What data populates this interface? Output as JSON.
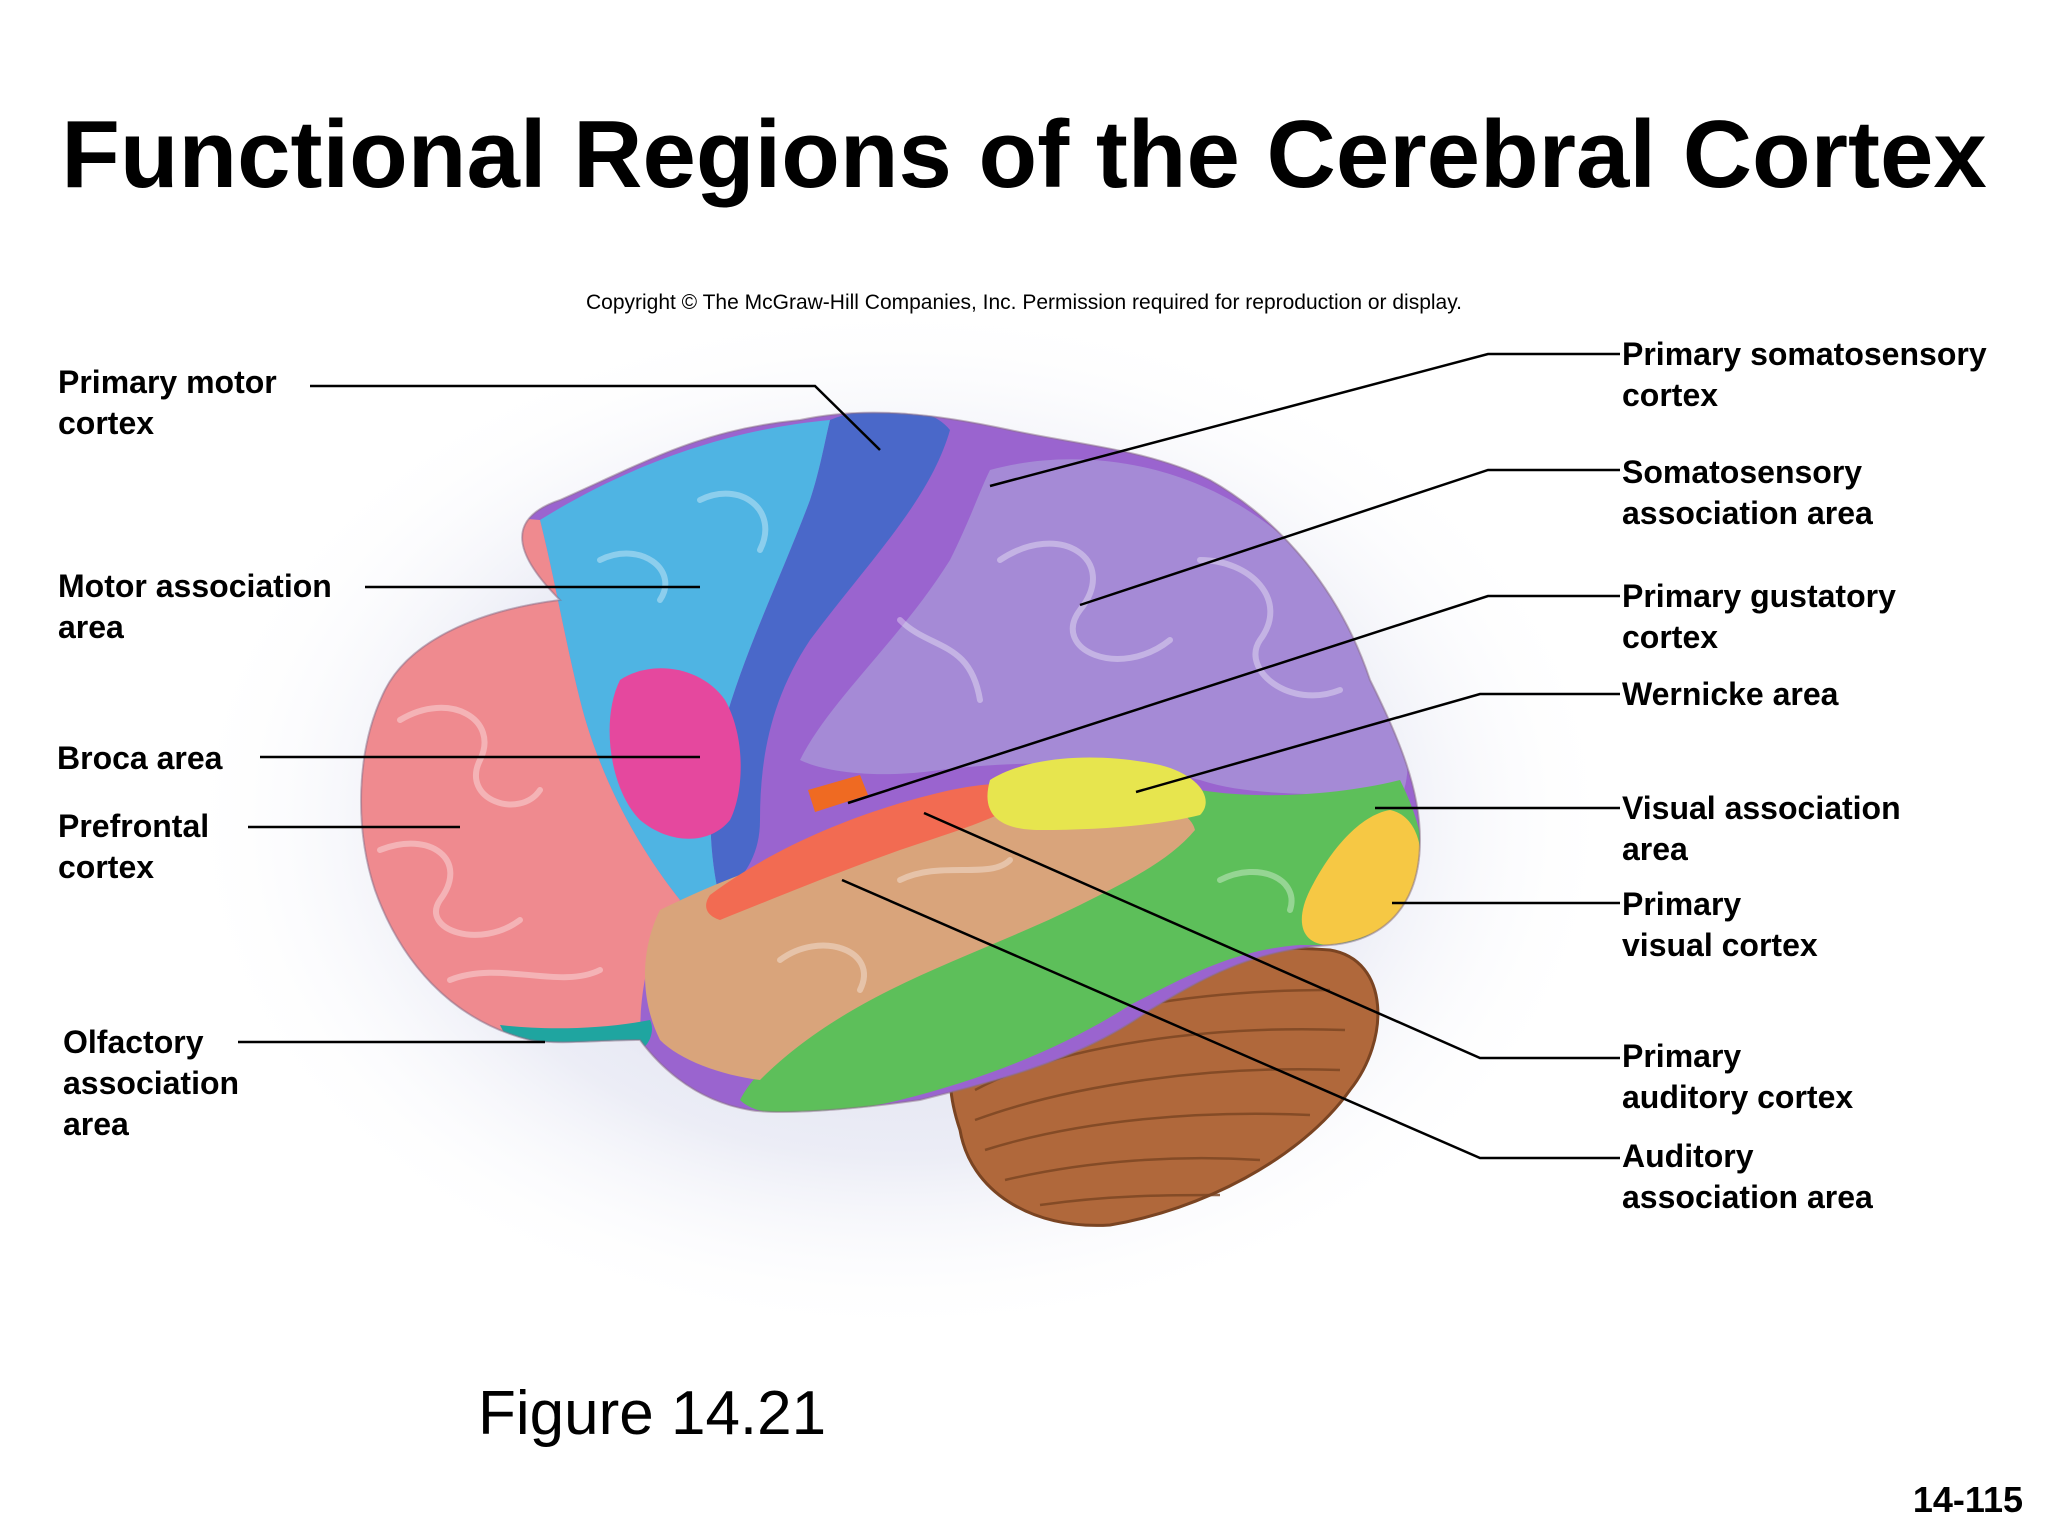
{
  "title": "Functional Regions of the Cerebral Cortex",
  "copyright": "Copyright © The McGraw-Hill Companies, Inc. Permission required for reproduction or display.",
  "labels": {
    "primary_motor_cortex": [
      "Primary motor",
      "cortex"
    ],
    "motor_association_area": [
      "Motor association",
      "area"
    ],
    "broca_area": [
      "Broca area"
    ],
    "prefrontal_cortex": [
      "Prefrontal",
      "cortex"
    ],
    "olfactory_association_area": [
      "Olfactory",
      "association",
      "area"
    ],
    "primary_somatosensory_cortex": [
      "Primary somatosensory",
      "cortex"
    ],
    "somatosensory_association_area": [
      "Somatosensory",
      "association area"
    ],
    "primary_gustatory_cortex": [
      "Primary gustatory",
      "cortex"
    ],
    "wernicke_area": [
      "Wernicke area"
    ],
    "visual_association_area": [
      "Visual association",
      "area"
    ],
    "primary_visual_cortex": [
      "Primary",
      "visual cortex"
    ],
    "primary_auditory_cortex": [
      "Primary",
      "auditory cortex"
    ],
    "auditory_association_area": [
      "Auditory",
      "association area"
    ]
  },
  "figure_caption": "Figure 14.21",
  "slide_number": "14-115",
  "colors": {
    "prefrontal": "#ef8a8f",
    "motor_association": "#4fb4e3",
    "primary_motor": "#4a68c9",
    "primary_somatosensory": "#9a64cf",
    "somatosensory_association": "#a58ad6",
    "broca": "#e5489e",
    "gustatory": "#ef6a22",
    "primary_auditory": "#f26b52",
    "auditory_association": "#d9a47b",
    "wernicke": "#e7e54e",
    "visual_association": "#5dbf5a",
    "primary_visual": "#f6c844",
    "olfactory": "#1fa5a0",
    "cerebellum": "#b0683b",
    "leader_line": "#000000"
  }
}
